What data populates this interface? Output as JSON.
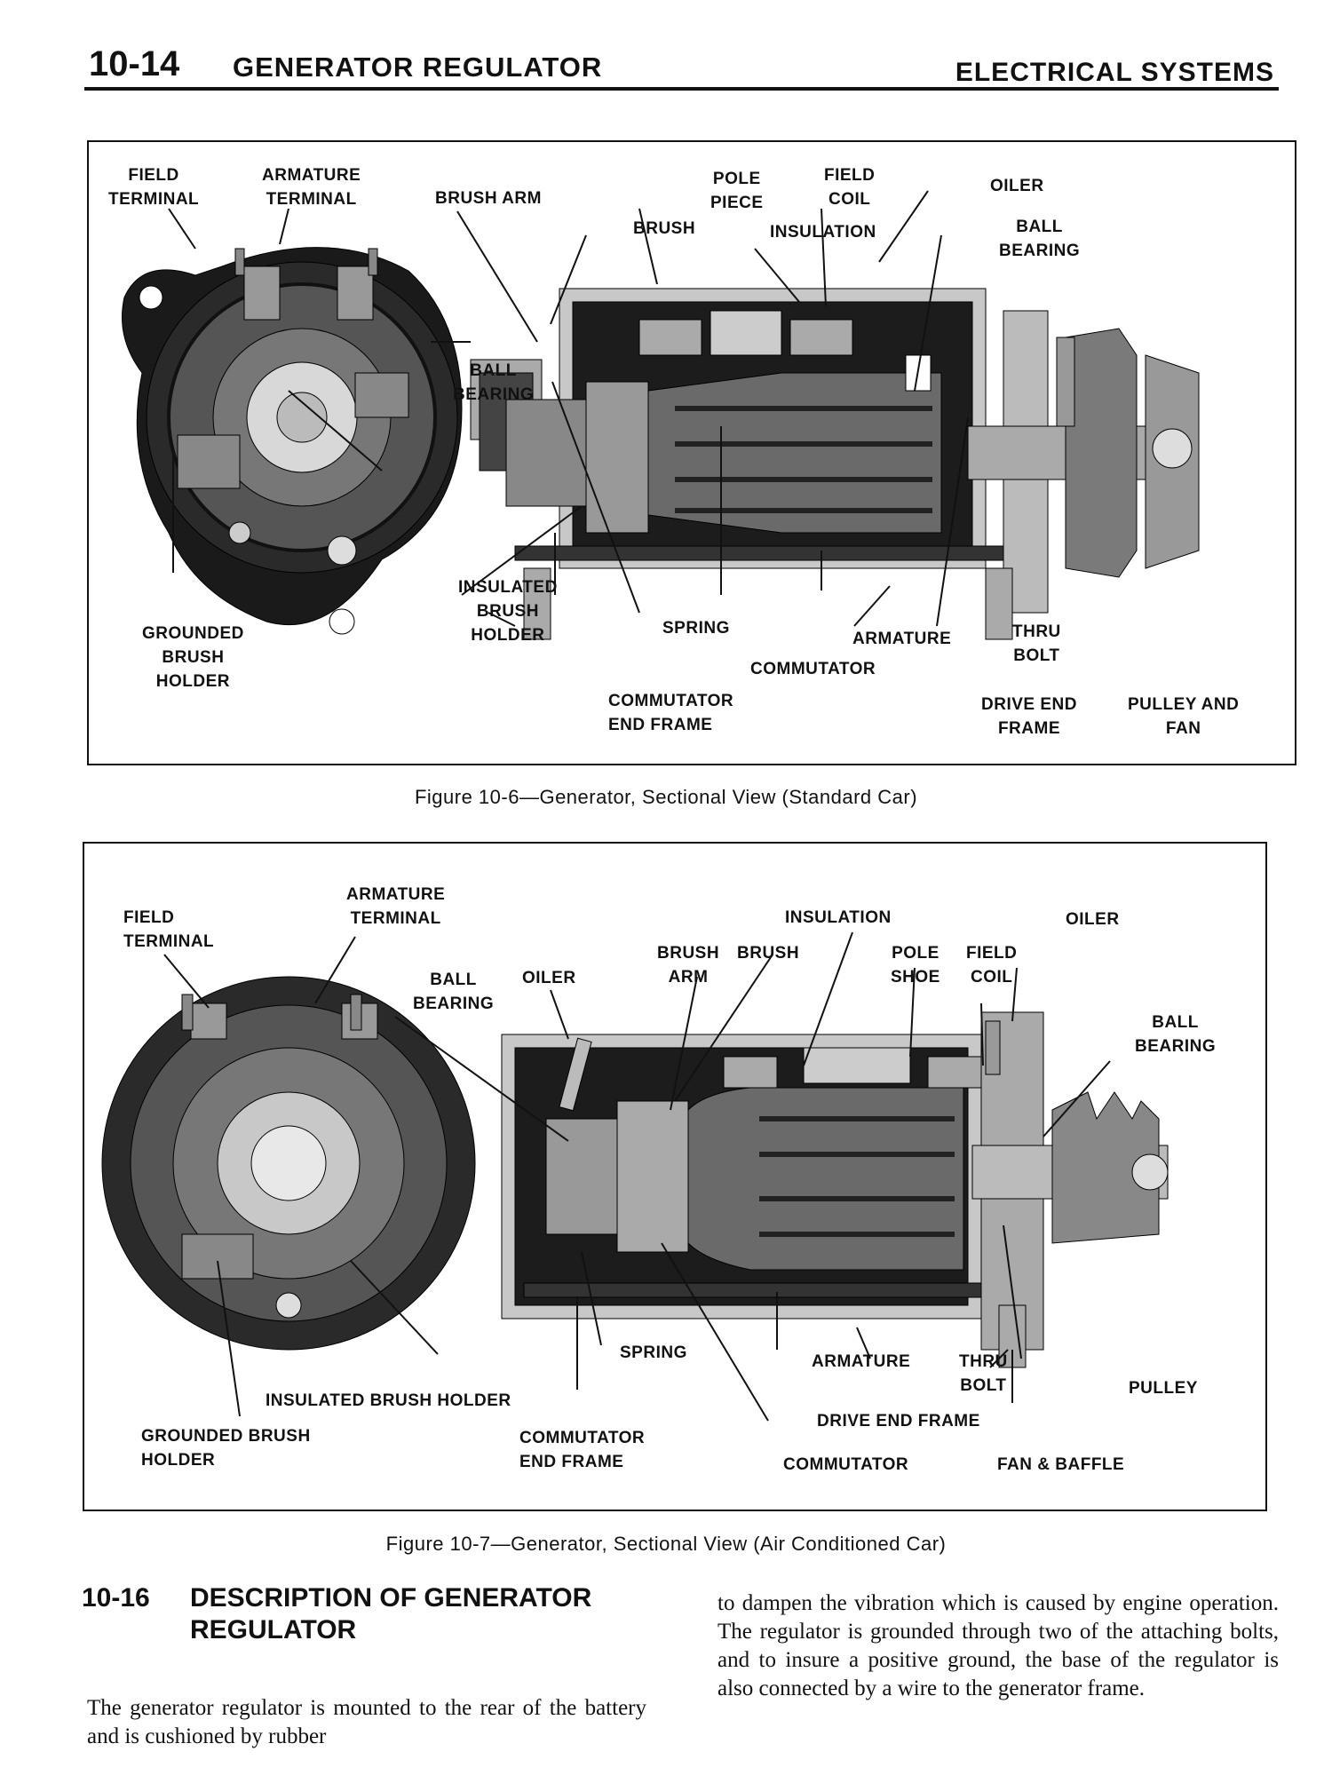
{
  "header": {
    "page_number": "10-14",
    "title": "GENERATOR REGULATOR",
    "section": "ELECTRICAL SYSTEMS"
  },
  "figure1": {
    "caption": "Figure 10-6—Generator, Sectional View (Standard Car)",
    "labels": {
      "field_terminal": "FIELD\nTERMINAL",
      "armature_terminal": "ARMATURE\nTERMINAL",
      "brush_arm": "BRUSH ARM",
      "pole_piece": "POLE\nPIECE",
      "field_coil": "FIELD\nCOIL",
      "oiler": "OILER",
      "brush": "BRUSH",
      "insulation": "INSULATION",
      "ball_bearing_right": "BALL\nBEARING",
      "ball_bearing_left": "BALL\nBEARING",
      "insulated_brush_holder": "INSULATED\nBRUSH\nHOLDER",
      "grounded_brush_holder": "GROUNDED\nBRUSH\nHOLDER",
      "spring": "SPRING",
      "armature": "ARMATURE",
      "thru_bolt": "THRU\nBOLT",
      "commutator": "COMMUTATOR",
      "commutator_end_frame": "COMMUTATOR\nEND FRAME",
      "drive_end_frame": "DRIVE END\nFRAME",
      "pulley_and_fan": "PULLEY AND\nFAN"
    }
  },
  "figure2": {
    "caption": "Figure 10-7—Generator, Sectional View (Air Conditioned Car)",
    "labels": {
      "armature_terminal": "ARMATURE\nTERMINAL",
      "field_terminal": "FIELD\nTERMINAL",
      "insulation": "INSULATION",
      "oiler_right": "OILER",
      "brush_arm": "BRUSH\nARM",
      "brush": "BRUSH",
      "pole_shoe": "POLE\nSHOE",
      "field_coil": "FIELD\nCOIL",
      "ball_bearing_left": "BALL\nBEARING",
      "oiler_left": "OILER",
      "ball_bearing_right": "BALL\nBEARING",
      "spring": "SPRING",
      "armature": "ARMATURE",
      "thru_bolt": "THRU\nBOLT",
      "pulley": "PULLEY",
      "insulated_brush_holder": "INSULATED BRUSH HOLDER",
      "drive_end_frame": "DRIVE END FRAME",
      "grounded_brush_holder": "GROUNDED BRUSH\nHOLDER",
      "commutator_end_frame": "COMMUTATOR\nEND FRAME",
      "commutator": "COMMUTATOR",
      "fan_and_baffle": "FAN & BAFFLE"
    }
  },
  "section": {
    "number": "10-16",
    "title_line1": "DESCRIPTION OF GENERATOR",
    "title_line2": "REGULATOR",
    "para_left": "The generator regulator is mounted to the rear of the battery and is cushioned by rubber",
    "para_right": "to dampen the vibration which is caused by engine operation. The regulator is grounded through two of the attaching bolts, and to insure a positive ground, the base of the regulator is also connected by a wire to the generator frame."
  }
}
